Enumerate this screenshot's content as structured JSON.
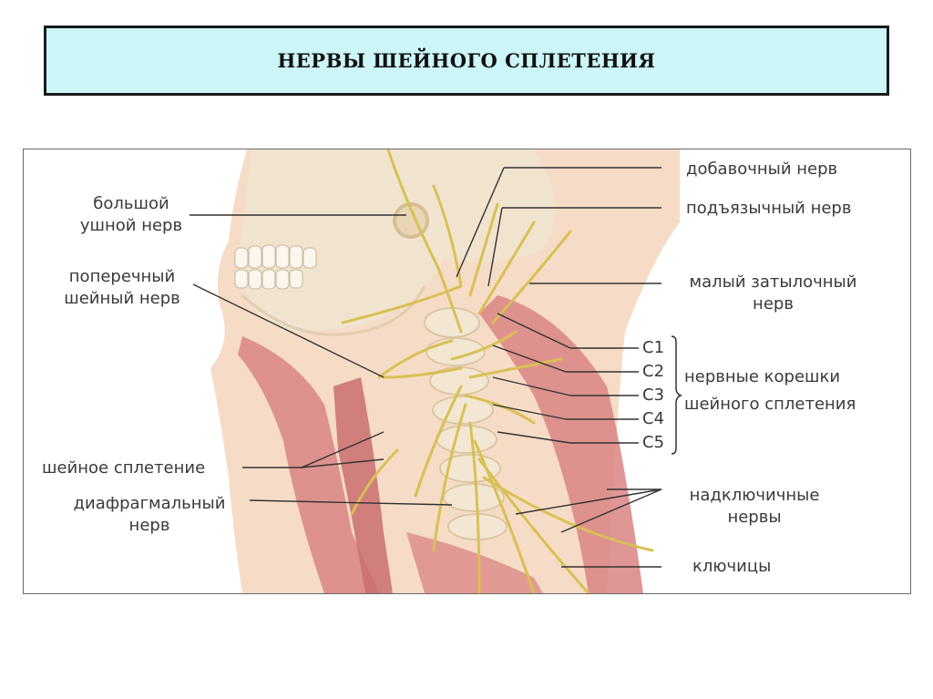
{
  "title": "НЕРВЫ ШЕЙНОГО СПЛЕТЕНИЯ",
  "labels": {
    "greater_auricular": [
      "большой",
      "ушной нерв"
    ],
    "transverse_cervical": [
      "поперечный",
      "шейный нерв"
    ],
    "cervical_plexus": "шейное сплетение",
    "phrenic": [
      "диафрагмальный",
      "нерв"
    ],
    "accessory": "добавочный нерв",
    "hypoglossal": "подъязычный нерв",
    "lesser_occipital": [
      "малый затылочный",
      "нерв"
    ],
    "roots": [
      "C1",
      "C2",
      "C3",
      "C4",
      "C5"
    ],
    "roots_caption": [
      "нервные корешки",
      "шейного сплетения"
    ],
    "supraclavicular": [
      "надключичные",
      "нервы"
    ],
    "clavicles": "ключицы"
  },
  "colors": {
    "title_bg": "#ccf6f8",
    "nerve": "#d9c055",
    "muscle": "#d98482",
    "bone": "#f1e4cf",
    "skin": "#f6dcc6"
  }
}
